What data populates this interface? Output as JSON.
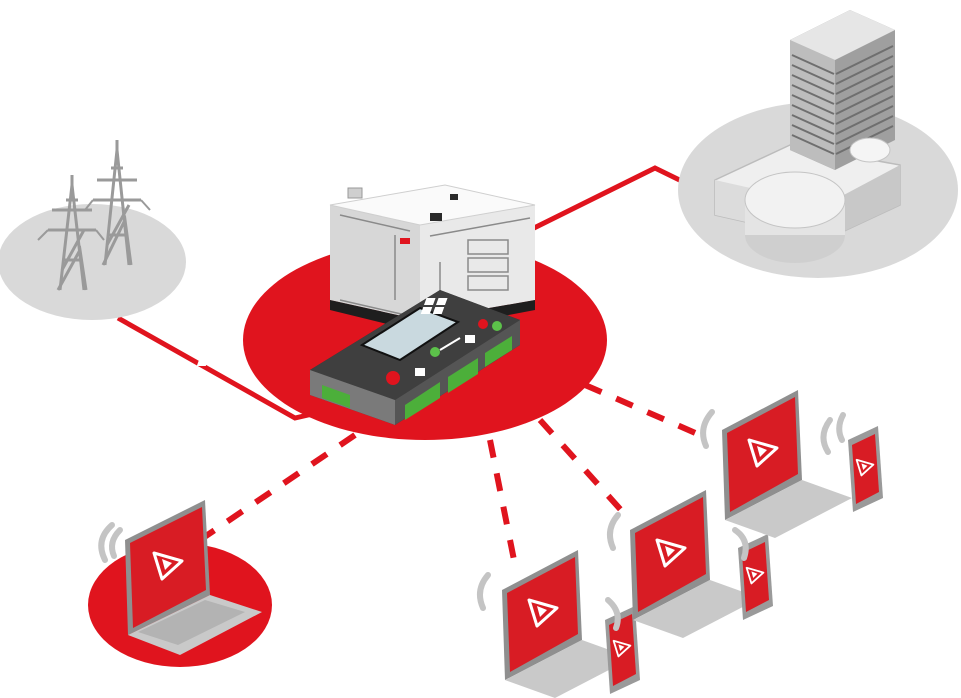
{
  "colors": {
    "accent": "#e0141e",
    "accent_dark": "#b80f17",
    "platform_grey": "#d9d9d9",
    "line_grey": "#9a9a9a",
    "screen_red": "#d81c24",
    "laptop_silver": "#c9c9c9",
    "controller_dark": "#3a3a3a",
    "terminal_green": "#4caf3a",
    "signal_grey": "#c4c4c4"
  },
  "icons": {
    "grid": "power-pylons-icon",
    "building": "office-building-icon",
    "generator": "generator-set-icon",
    "controller": "generator-controller-icon",
    "laptop": "laptop-icon",
    "phone": "smartphone-icon",
    "logo": "triangle-logo-icon",
    "signal": "wifi-signal-icon"
  },
  "nodes": {
    "remote_devices": [
      {
        "kind": "laptop",
        "platform": true
      },
      {
        "kind": "laptop+phone"
      },
      {
        "kind": "laptop+phone"
      },
      {
        "kind": "laptop+phone"
      }
    ]
  }
}
